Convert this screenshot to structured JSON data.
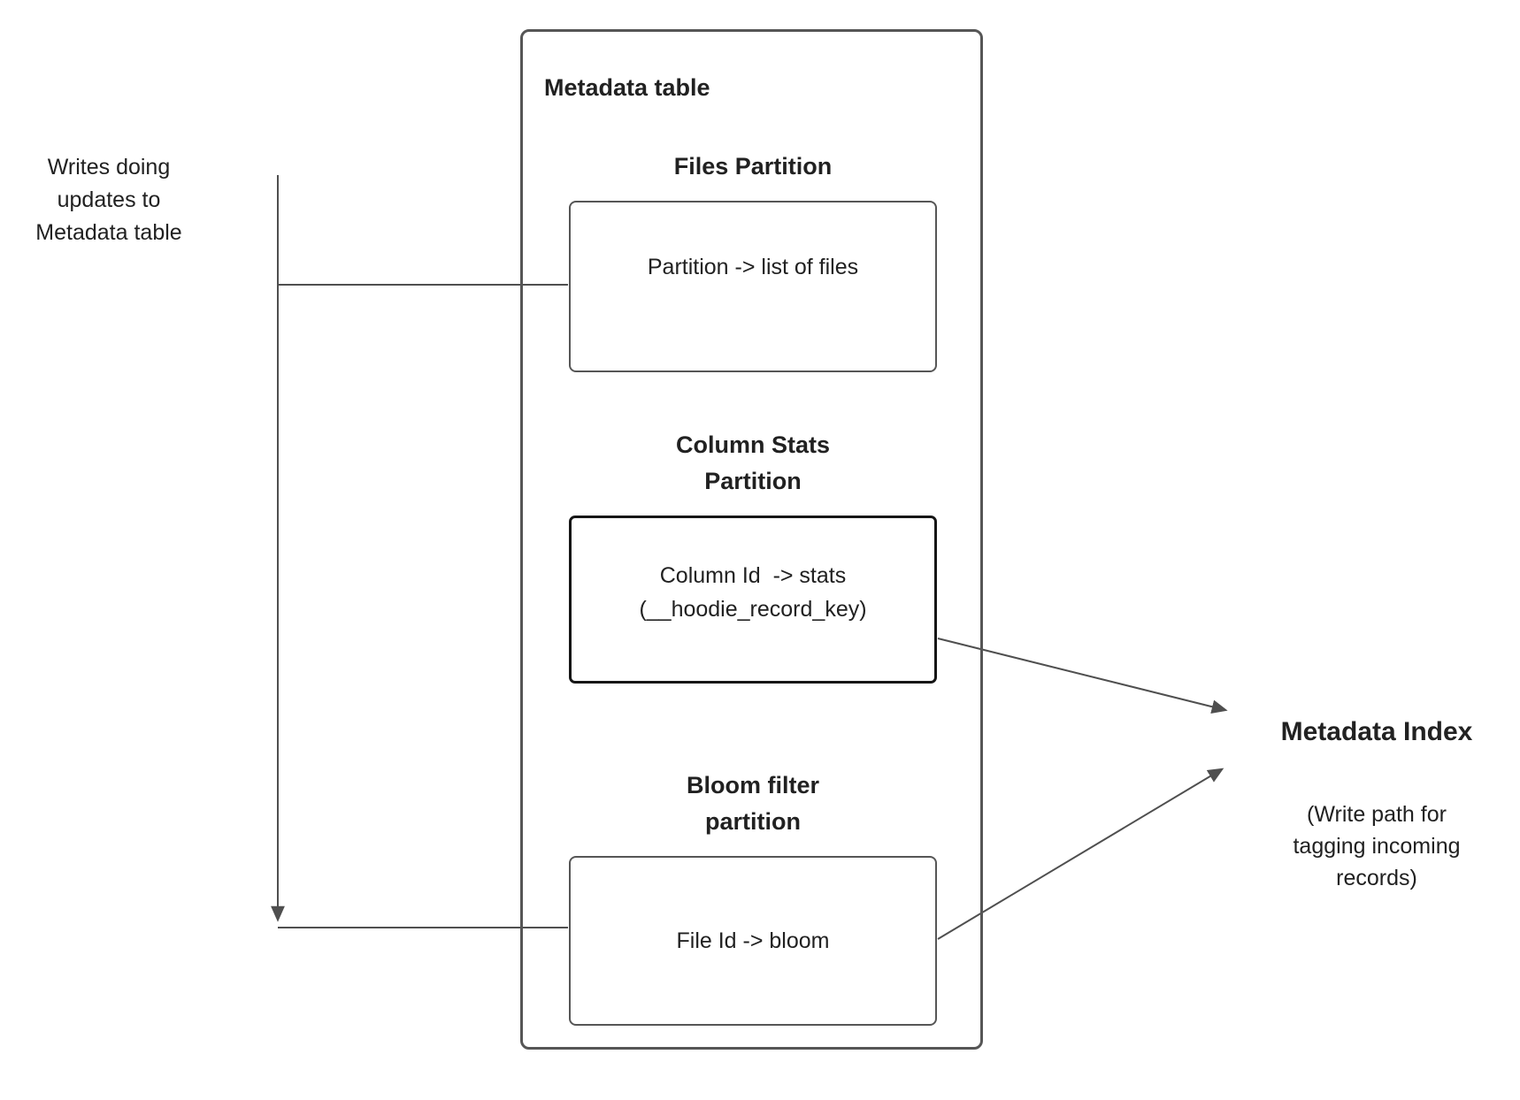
{
  "colors": {
    "line": "#4f4f4f",
    "box_border": "#565656",
    "emphasis_border": "#161616",
    "text": "#212121",
    "background": "#ffffff"
  },
  "left_note": {
    "text": "Writes doing\nupdates to\nMetadata table"
  },
  "metadata_table": {
    "title": "Metadata table",
    "partitions": [
      {
        "heading": "Files Partition",
        "box_text": "Partition -> list of files",
        "emphasized": false
      },
      {
        "heading": "Column Stats\nPartition",
        "box_text": "Column Id  -> stats\n(__hoodie_record_key)",
        "emphasized": true
      },
      {
        "heading": "Bloom filter\npartition",
        "box_text": "File Id -> bloom",
        "emphasized": false
      }
    ]
  },
  "metadata_index": {
    "title": "Metadata Index",
    "subtitle": "(Write path for\ntagging incoming\nrecords)"
  }
}
